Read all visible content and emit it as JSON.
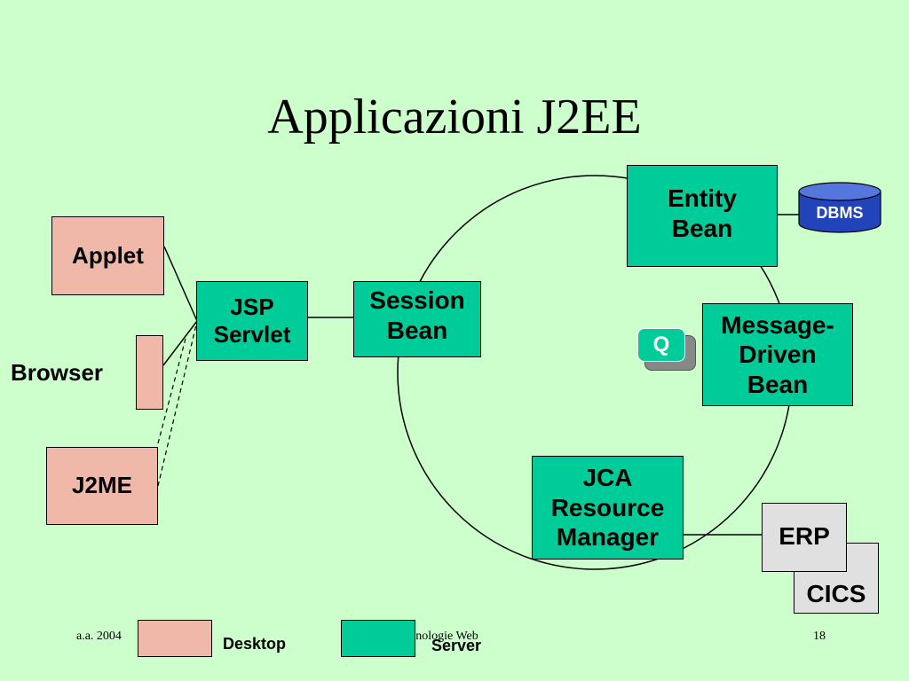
{
  "title": "Applicazioni J2EE",
  "nodes": {
    "applet": "Applet",
    "browser": "Browser",
    "j2me": "J2ME",
    "jsp_servlet": [
      "JSP",
      "Servlet"
    ],
    "session_bean": [
      "Session",
      "Bean"
    ],
    "entity_bean": [
      "Entity",
      "Bean"
    ],
    "message_driven_bean": [
      "Message-",
      "Driven",
      "Bean"
    ],
    "jca": [
      "JCA",
      "Resource",
      "Manager"
    ],
    "dbms": "DBMS",
    "queue": "Q",
    "erp": "ERP",
    "cics": "CICS"
  },
  "legend": {
    "desktop": "Desktop",
    "server": "Server"
  },
  "footer": {
    "left": "a.a. 2004",
    "center": "cnologie Web",
    "page": "18"
  },
  "colors": {
    "background": "#ccffcc",
    "desktop": "#f0b8a8",
    "server": "#00cc99",
    "dbms": "#2244bb",
    "queue": "#00cc99",
    "external": "#e0e0e0"
  }
}
